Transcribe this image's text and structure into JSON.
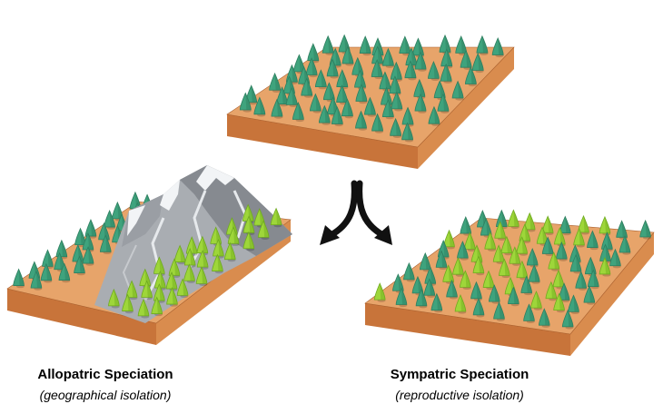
{
  "colors": {
    "ground_top": "#E7A46A",
    "ground_front": "#C8743A",
    "ground_side": "#D98C4E",
    "ground_edge": "#A85E2C",
    "tree_dark": "#3FA37D",
    "tree_dark_shade": "#2E7F60",
    "tree_light": "#9ED63A",
    "tree_light_shade": "#6FAA20",
    "mountain": "#A9ADB2",
    "mountain_shade": "#868A90",
    "snow": "#F2F4F6",
    "arrow": "#111111"
  },
  "icons": {
    "split_arrow": "forked-arrow-icon",
    "tree": "conifer-tree-icon",
    "mountain": "mountain-range-icon"
  },
  "captions": {
    "allopatric": {
      "title": "Allopatric Speciation",
      "subtitle": "(geographical isolation)"
    },
    "sympatric": {
      "title": "Sympatric Speciation",
      "subtitle": "(reproductive isolation)"
    }
  }
}
